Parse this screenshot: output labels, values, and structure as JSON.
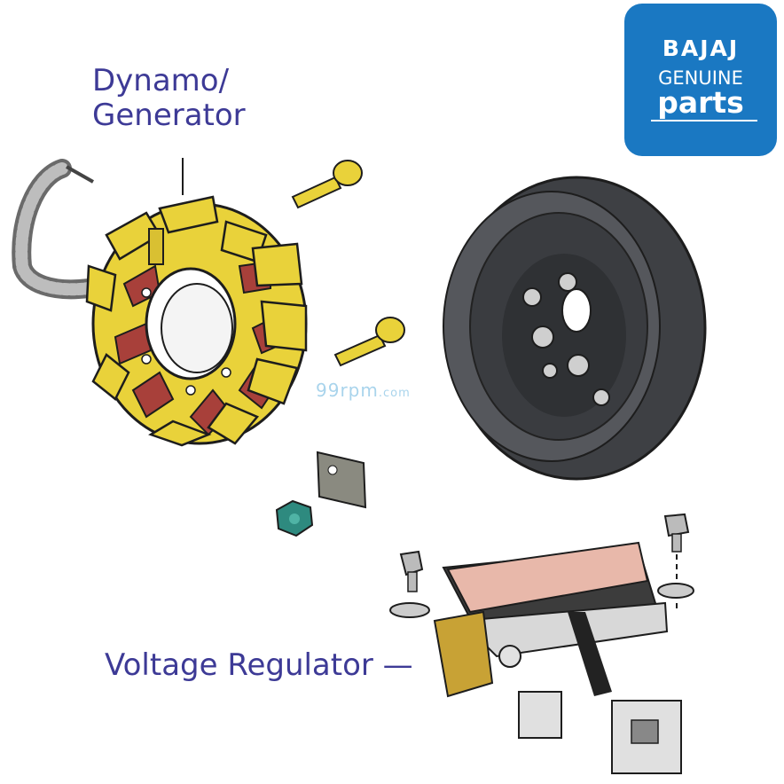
{
  "labels": {
    "dynamo_line1": "Dynamo/",
    "dynamo_line2": "Generator",
    "regulator": "Voltage Regulator —"
  },
  "logo": {
    "brand": "BAJAJ",
    "line2": "GENUINE",
    "line3": "parts",
    "color": "#1a78c2"
  },
  "watermark": {
    "main": "99rpm",
    "suffix": ".com"
  },
  "colors": {
    "label_text": "#3d3a96",
    "stator_yellow": "#e9d23a",
    "coil_red": "#a8403a",
    "flywheel_dark": "#3e4044",
    "regulator_pink": "#e8b8aa"
  }
}
